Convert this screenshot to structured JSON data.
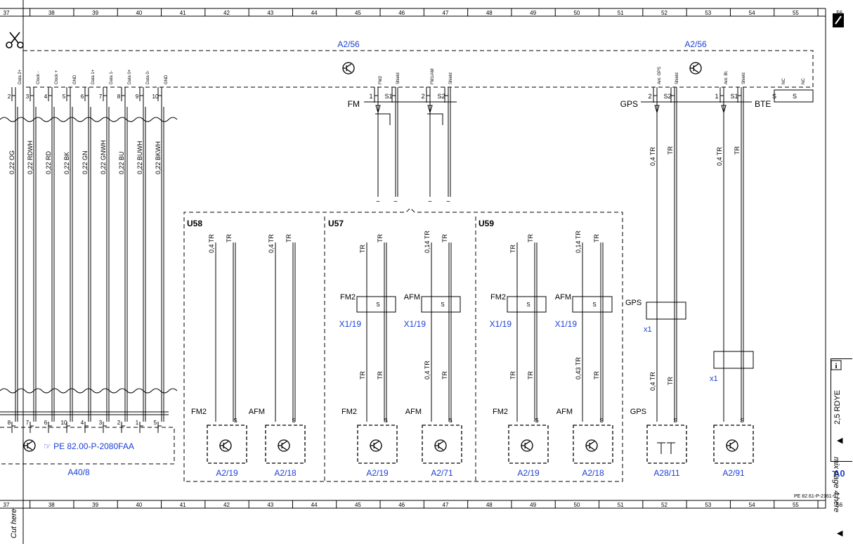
{
  "grid_numbers": [
    "37",
    "38",
    "39",
    "40",
    "41",
    "42",
    "43",
    "44",
    "45",
    "46",
    "47",
    "48",
    "49",
    "50",
    "51",
    "52",
    "53",
    "54",
    "55",
    "56"
  ],
  "modules": {
    "a2_56_left": "A2/56",
    "a2_56_right": "A2/56",
    "a40_8": "A40/8",
    "a40_8_ref": "PE 82.00-P-2080FAA",
    "u58": "U58",
    "u57": "U57",
    "u59": "U59"
  },
  "a40_pin_labels": [
    "Data 2+",
    "Clock -",
    "Clock +",
    "GND",
    "Data 1+",
    "Data 1-",
    "Data 0+",
    "Data 0-",
    "GND"
  ],
  "a40_top_pins": [
    "2",
    "3",
    "4",
    "5",
    "6",
    "7",
    "8",
    "9",
    "10"
  ],
  "a40_bottom_pins": [
    "8",
    "7",
    "6",
    "10",
    "4",
    "3",
    "2",
    "1",
    "5"
  ],
  "a40_wires": [
    "0,22 OG",
    "0,22 RDWH",
    "0,22 RD",
    "0,22 BK",
    "0,22 GN",
    "0,22 GNWH",
    "0,22 BU",
    "0,22 BUWH",
    "0,22 BKWH"
  ],
  "a2_pin_labels": [
    "FM2",
    "Shield",
    "FM1/AM",
    "Shield",
    "Ant. GPS",
    "Shield",
    "Ant. Bt.",
    "Shield",
    "NC",
    "NC"
  ],
  "a2_pins": [
    "1",
    "S1",
    "2",
    "S2",
    "2",
    "S2",
    "1",
    "S1",
    "S"
  ],
  "side_labels": {
    "fm": "FM",
    "gps": "GPS",
    "bte": "BTE"
  },
  "right_wires": [
    "0,4 TR",
    "TR",
    "0,4 TR",
    "TR",
    "0,4 TR",
    "TR"
  ],
  "u_wires": [
    "0,4 TR",
    "TR",
    "0,4 TR",
    "TR",
    "TR",
    "TR",
    "0,14 TR",
    "TR",
    "TR",
    "TR",
    "0,14 TR",
    "TR"
  ],
  "mid_wires": [
    "TR",
    "TR",
    "0,4 TR",
    "TR",
    "TR",
    "TR",
    "0,43 TR",
    "TR"
  ],
  "connector_labels": [
    "FM2",
    "AFM",
    "FM2",
    "AFM",
    "GPS"
  ],
  "connector_refs": [
    "X1/19",
    "X1/19",
    "X1/19",
    "X1/19",
    "x1",
    "x1"
  ],
  "antenna_labels": [
    "FM2",
    "AFM",
    "FM2",
    "AFM",
    "FM2",
    "AFM",
    "GPS"
  ],
  "pin_s": "S",
  "antennas": [
    "A2/19",
    "A2/18",
    "A2/19",
    "A2/71",
    "A2/19",
    "A2/18",
    "A28/11",
    "A2/91"
  ],
  "right_margin": {
    "rdye": "2,5 RDYE",
    "page": "A0",
    "mix": "mix page 4 here"
  },
  "footer": {
    "doc": "PE 82.61-P-2161-97",
    "cut": "Cut here"
  },
  "icons": [
    "scissors-icon",
    "transistor-icon",
    "info-icon",
    "arrow-icon"
  ]
}
